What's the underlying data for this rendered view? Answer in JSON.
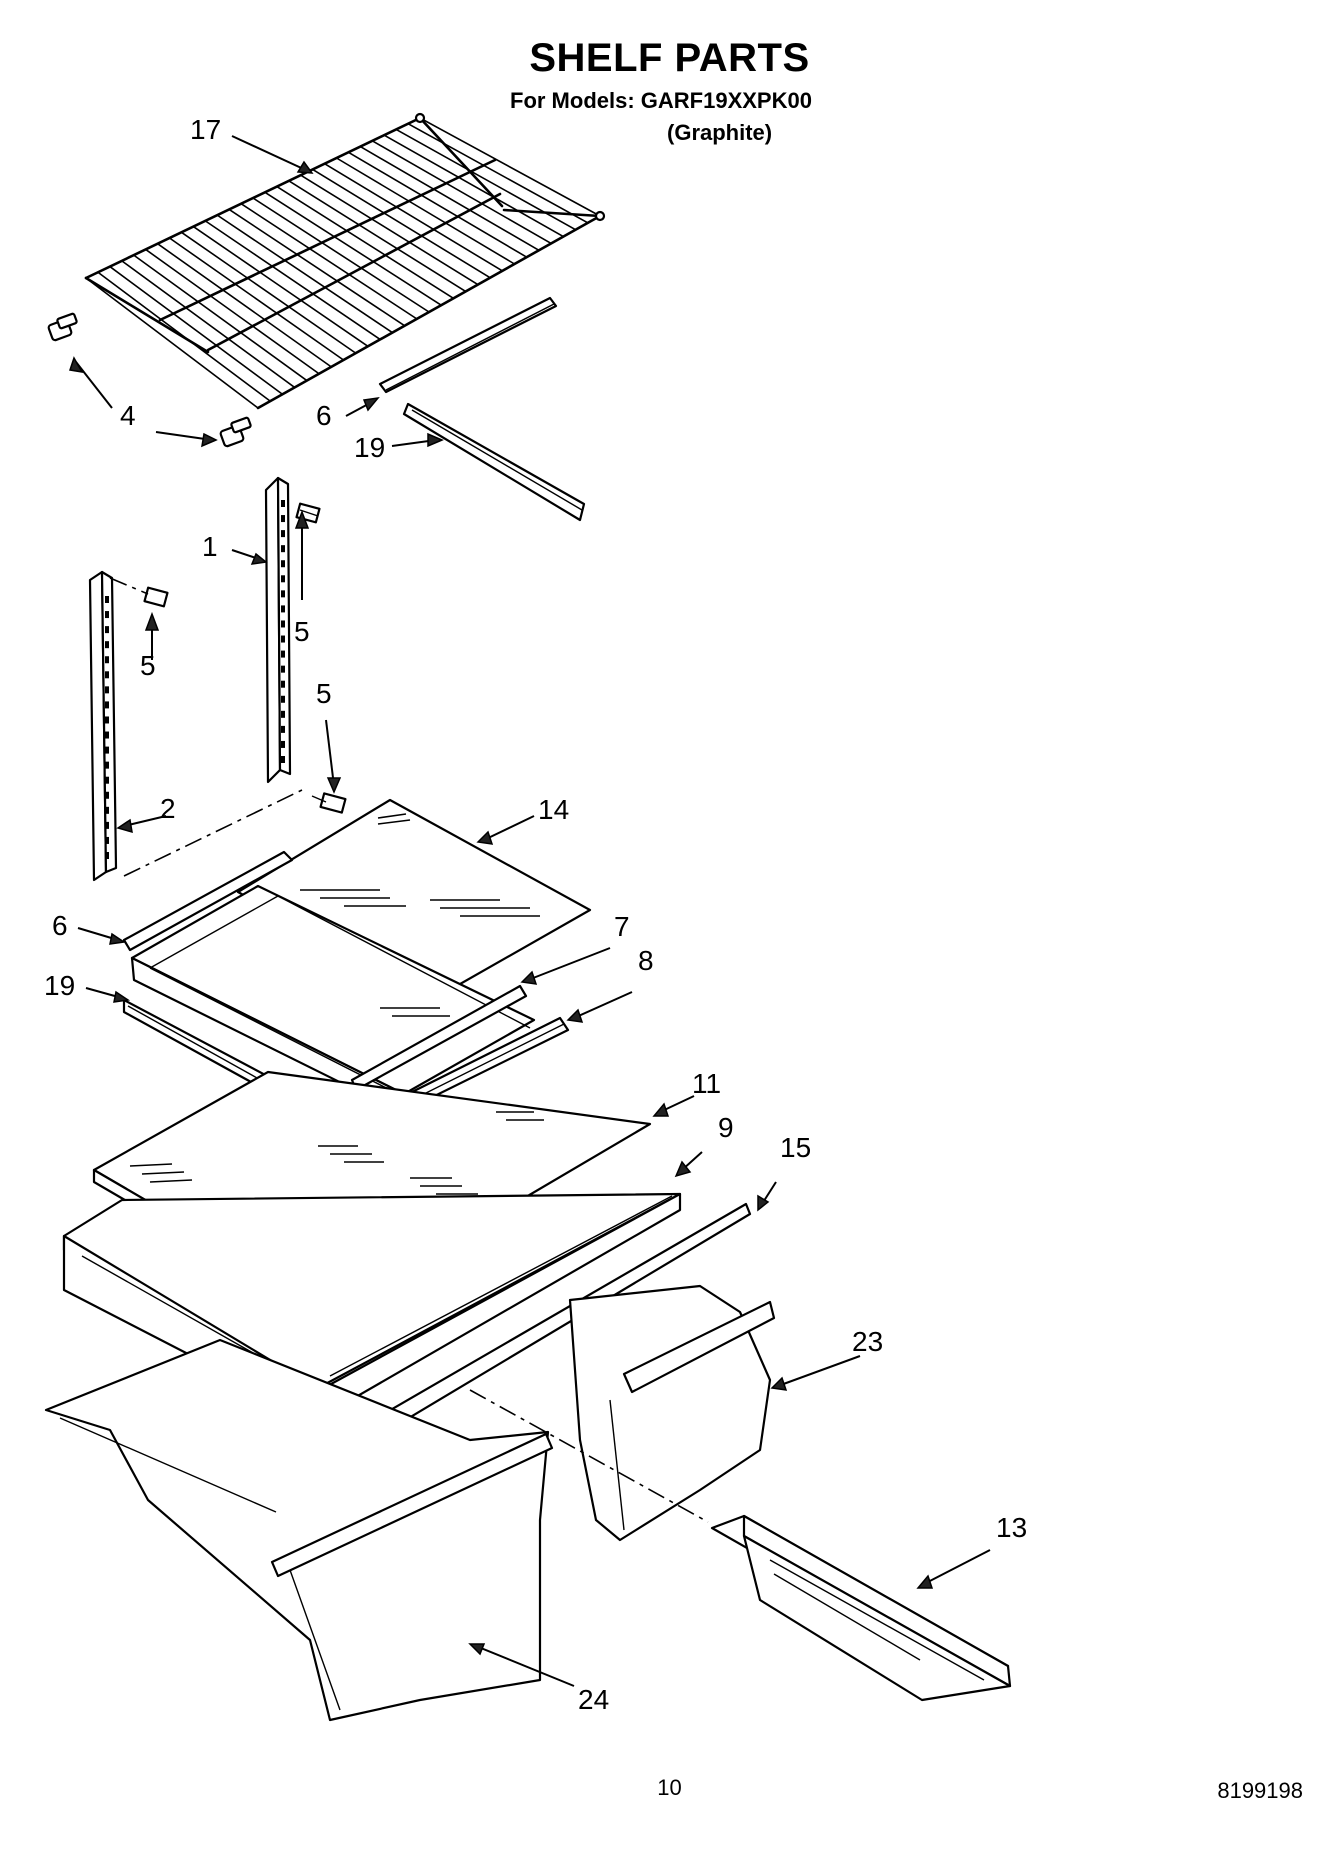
{
  "header": {
    "title": "SHELF PARTS",
    "models_line": "For Models: GARF19XXPK00",
    "color_line": "(Graphite)"
  },
  "callouts": {
    "c17": "17",
    "c4": "4",
    "c6_top": "6",
    "c19_top": "19",
    "c1": "1",
    "c5_a": "5",
    "c5_b": "5",
    "c5_c": "5",
    "c2": "2",
    "c14": "14",
    "c6_mid": "6",
    "c7": "7",
    "c8": "8",
    "c19_mid": "19",
    "c11": "11",
    "c9": "9",
    "c15": "15",
    "c23": "23",
    "c13": "13",
    "c24": "24"
  },
  "footer": {
    "page_number": "10",
    "doc_code": "8199198"
  }
}
